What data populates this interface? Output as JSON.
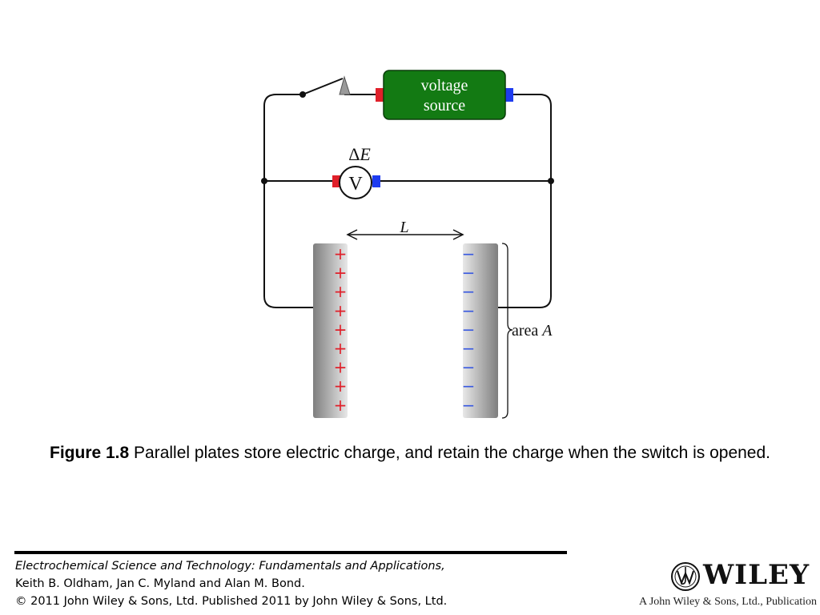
{
  "diagram": {
    "voltage_source_label": [
      "voltage",
      "source"
    ],
    "voltmeter_label": "V",
    "delta_e_symbol": "Δ",
    "delta_e_var": "E",
    "distance_label": "L",
    "area_word": "area",
    "area_var": "A",
    "plus_sign": "+",
    "minus_sign": "−",
    "positive_charge_count": 9,
    "negative_charge_count": 9
  },
  "caption": {
    "figure_number": "Figure 1.8",
    "text": " Parallel plates store electric charge, and retain the charge when the switch is opened."
  },
  "citation": {
    "book_title": "Electrochemical Science and Technology: Fundamentals and Applications,",
    "authors": "Keith B. Oldham, Jan C. Myland and Alan M. Bond.",
    "copyright": "© 2011 John Wiley & Sons, Ltd. Published 2011 by John Wiley & Sons, Ltd."
  },
  "publisher": {
    "logo_word": "WILEY",
    "tagline": "A John Wiley & Sons, Ltd., Publication"
  },
  "colors": {
    "source_green": "#137a13",
    "terminal_red": "#e0202a",
    "terminal_blue": "#1e3cf0",
    "plus_red": "#e0202a",
    "minus_blue": "#3a5ae0"
  }
}
